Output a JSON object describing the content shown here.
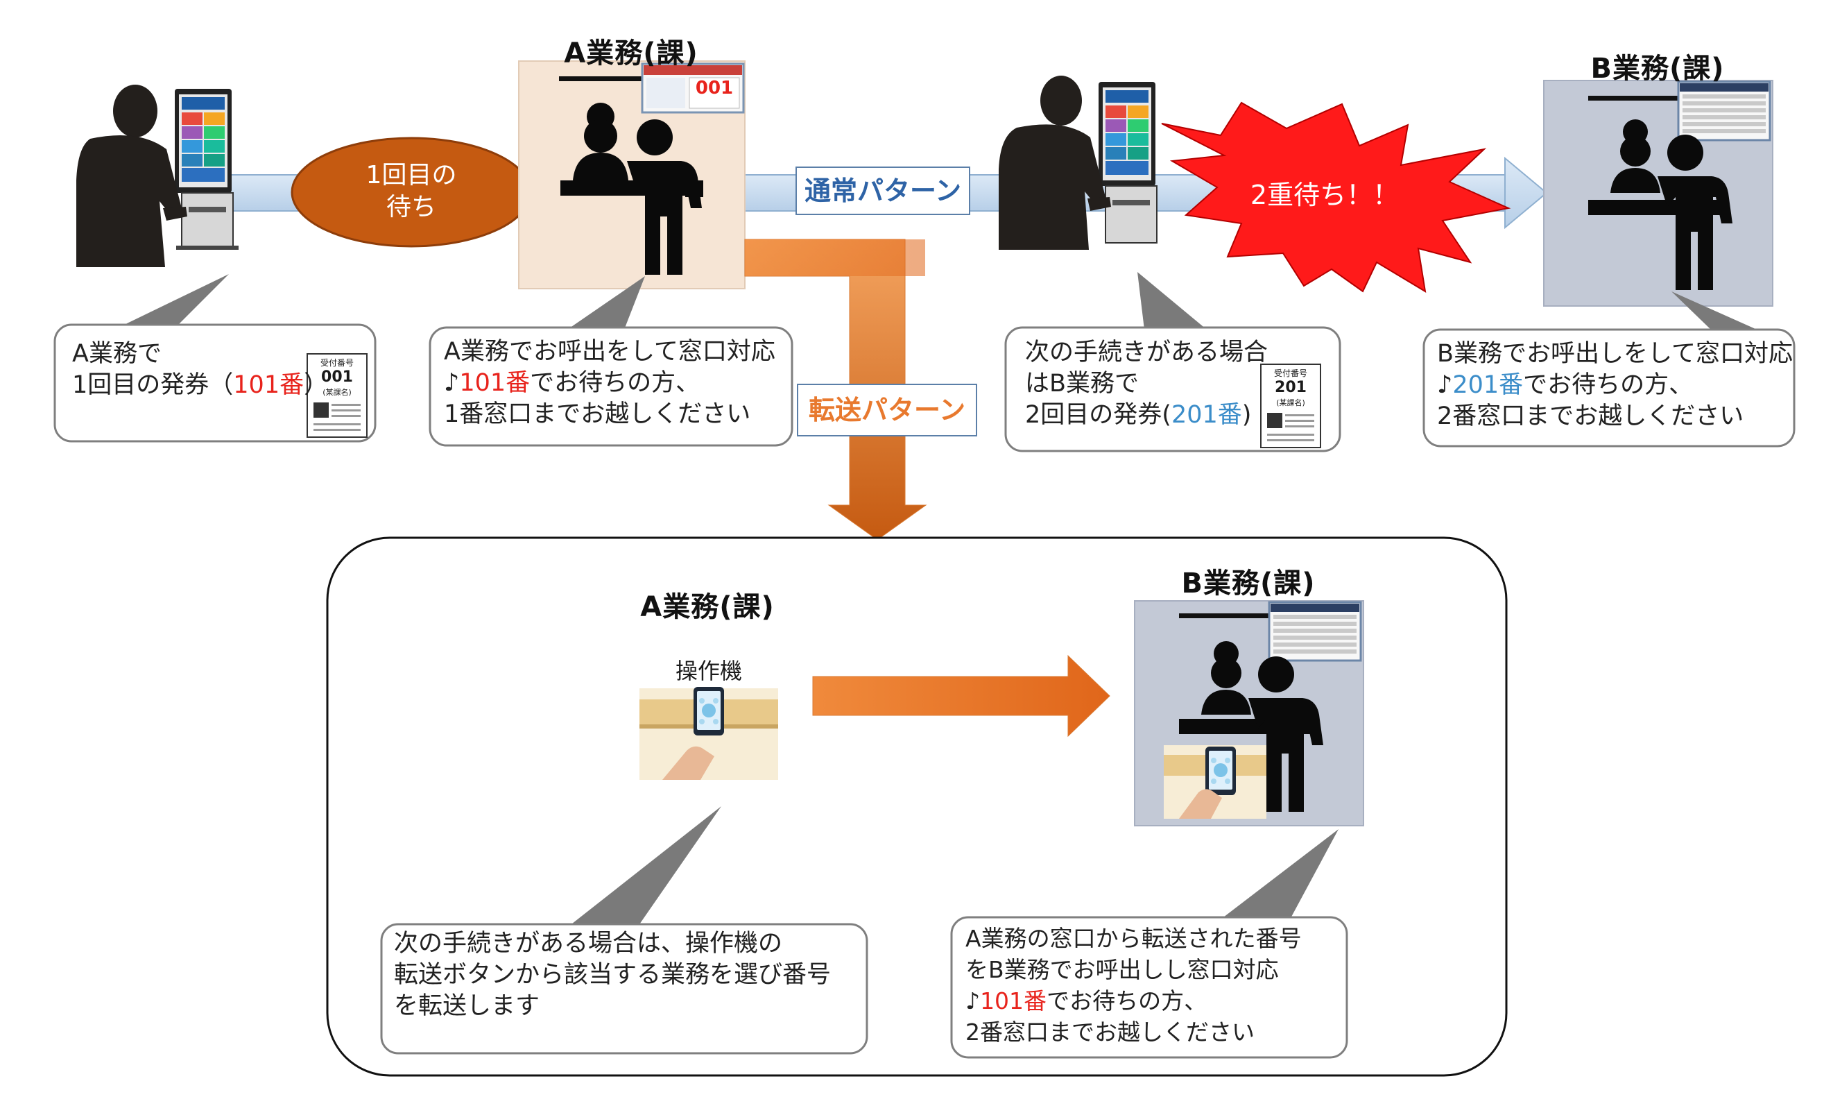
{
  "headings": {
    "a_top": "A業務(課)",
    "b_top": "B業務(課)",
    "a_bottom": "A業務(課)",
    "b_bottom": "B業務(課)",
    "operator": "操作機"
  },
  "bubbles": {
    "wait1": [
      "1回目の",
      "待ち"
    ],
    "double_wait": "2重待ち！！"
  },
  "patterns": {
    "normal": "通常パターン",
    "transfer": "転送パターン"
  },
  "callouts": {
    "c1": {
      "line1": "A業務で",
      "line2_pre": "1回目の発券（",
      "line2_num": "101番",
      "line2_post": "）"
    },
    "c2": {
      "line1": "A業務でお呼出をして窓口対応",
      "line2_pre": "♪",
      "line2_num": "101番",
      "line2_post": "でお待ちの方、",
      "line3": "1番窓口までお越しください"
    },
    "c3": {
      "line1": "次の手続きがある場合",
      "line2": "はB業務で",
      "line3_pre": "2回目の発券(",
      "line3_num": "201番",
      "line3_post": ")"
    },
    "c4": {
      "line1": "B業務でお呼出しをして窓口対応",
      "line2_pre": "♪",
      "line2_num": "201番",
      "line2_post": "でお待ちの方、",
      "line3": "2番窓口までお越しください"
    },
    "c5": {
      "line1": "次の手続きがある場合は、操作機の",
      "line2": "転送ボタンから該当する業務を選び番号",
      "line3": "を転送します"
    },
    "c6": {
      "line1": "A業務の窓口から転送された番号",
      "line2": "をB業務でお呼出しし窓口対応",
      "line3_pre": "♪",
      "line3_num": "101番",
      "line3_post": "でお待ちの方、",
      "line4": "2番窓口までお越しください"
    }
  },
  "tickets": {
    "t1": {
      "header": "受付番号",
      "number": "001",
      "sub": "(某課名)"
    },
    "t2": {
      "header": "受付番号",
      "number": "201",
      "sub": "(某課名)"
    },
    "display_number": "001"
  },
  "colors": {
    "accent_red": "#e8231c",
    "accent_blue": "#3b8dc9",
    "flow_arrow": "#c8dcef",
    "wait_bubble": "#c55a11",
    "burst": "#ff1a1a",
    "orange_arrow": "#ed7d31",
    "counter_a_bg": "#f6e5d5",
    "counter_b_bg": "#c3c9d6"
  }
}
